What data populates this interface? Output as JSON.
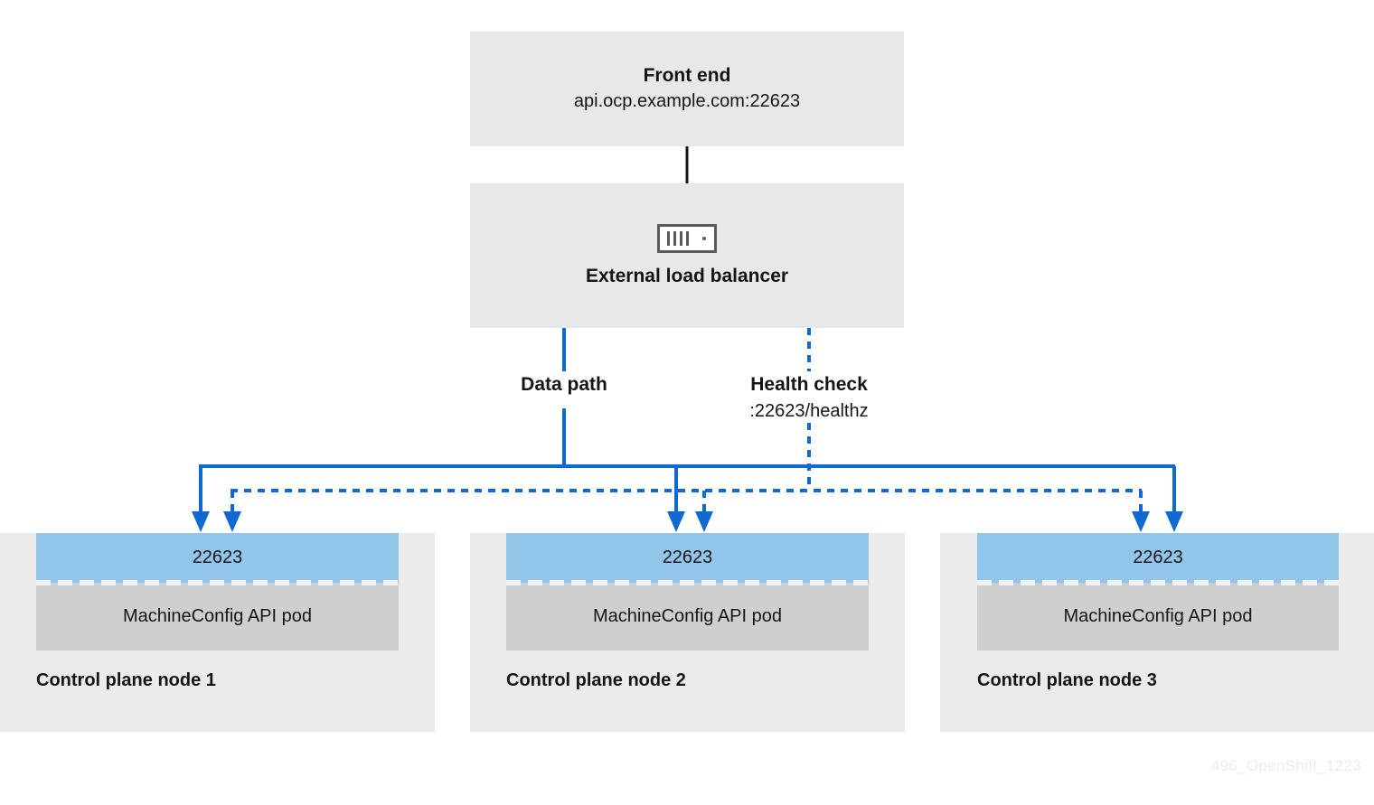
{
  "diagram": {
    "frontend": {
      "title": "Front end",
      "address": "api.ocp.example.com:22623"
    },
    "load_balancer": {
      "label": "External load balancer",
      "icon": "load-balancer-icon"
    },
    "paths": {
      "data": {
        "label": "Data path",
        "sub": ""
      },
      "health": {
        "label": "Health check",
        "sub": ":22623/healthz"
      }
    },
    "nodes": [
      {
        "port": "22623",
        "pod": "MachineConfig API pod",
        "label": "Control plane node 1"
      },
      {
        "port": "22623",
        "pod": "MachineConfig API pod",
        "label": "Control plane node 2"
      },
      {
        "port": "22623",
        "pod": "MachineConfig API pod",
        "label": "Control plane node 3"
      }
    ],
    "watermark": "496_OpenShift_1223",
    "colors": {
      "accent_blue": "#0f69d0",
      "port_band": "#92c5ea",
      "pod_box": "#cfcfcf",
      "box_gray": "#e8e8e8",
      "node_gray": "#ebebeb",
      "connector_black": "#151515"
    }
  }
}
